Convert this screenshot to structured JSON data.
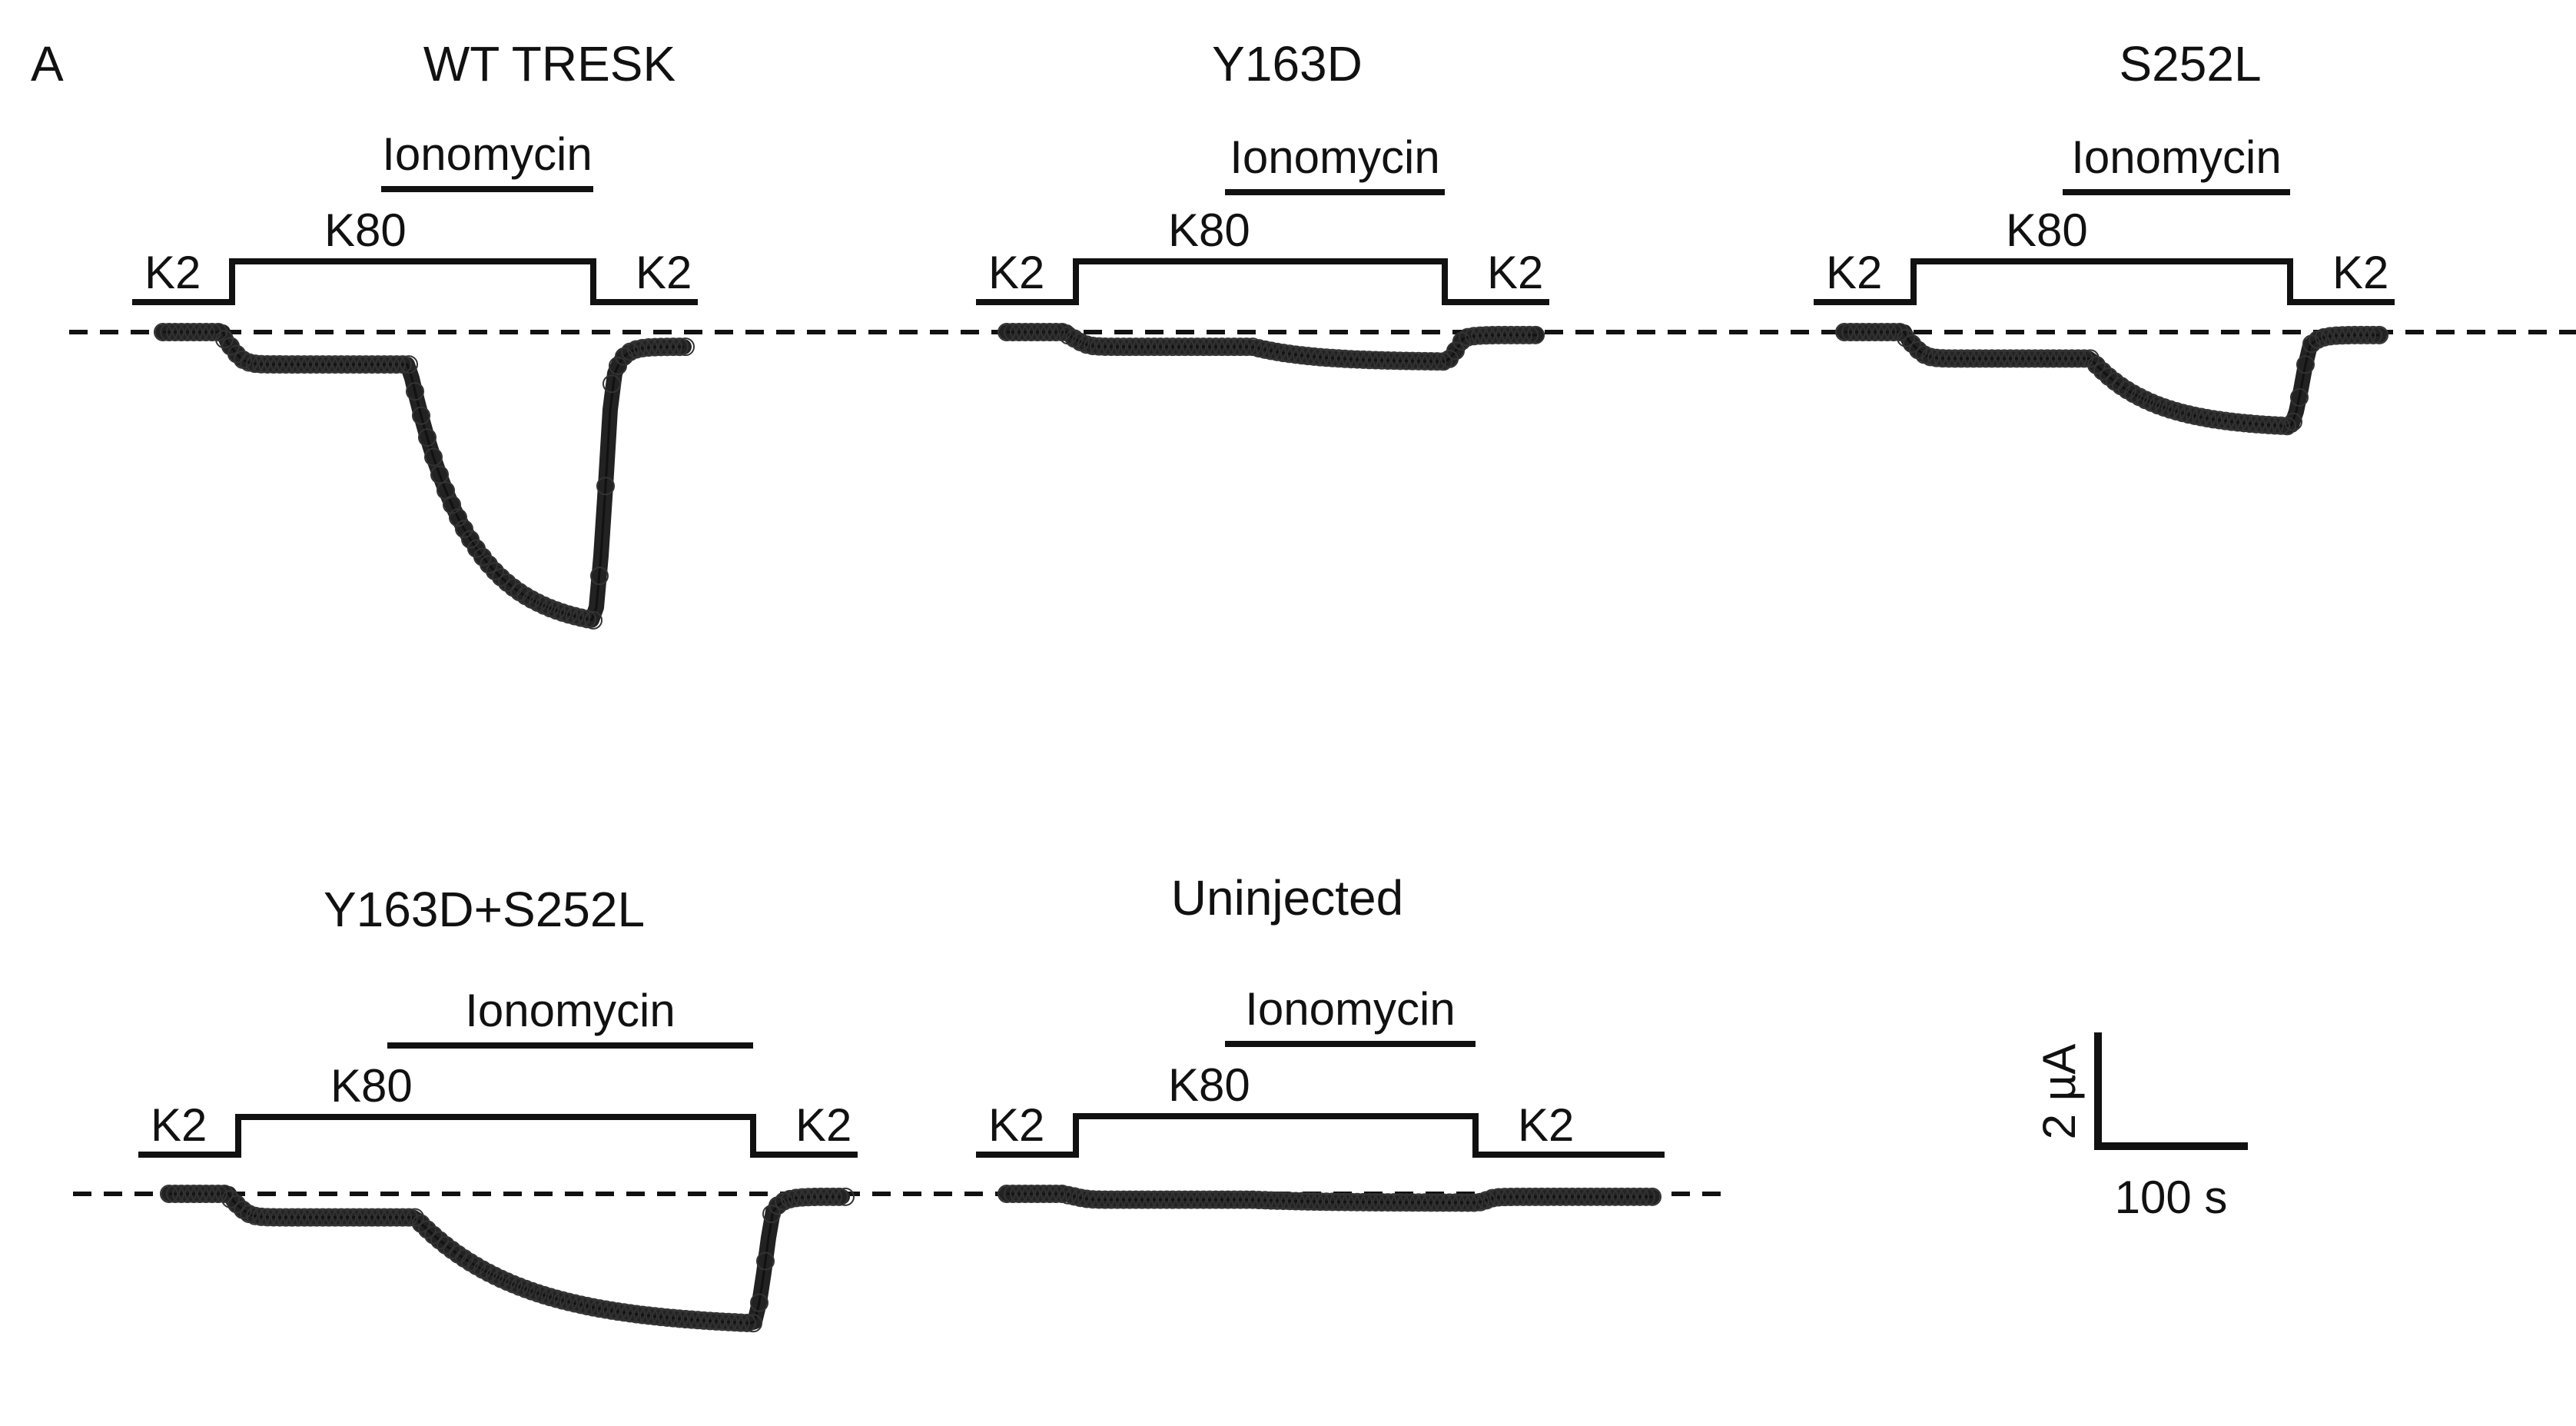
{
  "figure": {
    "panel_label": "A",
    "scale_bar": {
      "y_label": "2 µA",
      "y_value_uA": 2,
      "x_label": "100 s",
      "x_value_s": 100
    }
  },
  "chart_data": [
    {
      "type": "line",
      "title": "WT TRESK",
      "solution_bars": {
        "ionomycin": "Ionomycin",
        "high_k": "K80",
        "low_k_start": "K2",
        "low_k_end": "K2"
      },
      "timing_s": {
        "k80_on": 45,
        "ionomycin_on": 160,
        "washout": 280,
        "end": 340
      },
      "trace": {
        "baseline_uA": 0,
        "k80_plateau_uA": -0.55,
        "ionomycin_peak_uA": -4.9,
        "recovery_uA": -0.25
      }
    },
    {
      "type": "line",
      "title": "Y163D",
      "solution_bars": {
        "ionomycin": "Ionomycin",
        "high_k": "K80",
        "low_k_start": "K2",
        "low_k_end": "K2"
      },
      "timing_s": {
        "k80_on": 45,
        "ionomycin_on": 160,
        "washout": 285,
        "end": 345
      },
      "trace": {
        "baseline_uA": 0,
        "k80_plateau_uA": -0.25,
        "ionomycin_peak_uA": -0.5,
        "recovery_uA": -0.05
      }
    },
    {
      "type": "line",
      "title": "S252L",
      "solution_bars": {
        "ionomycin": "Ionomycin",
        "high_k": "K80",
        "low_k_start": "K2",
        "low_k_end": "K2"
      },
      "timing_s": {
        "k80_on": 45,
        "ionomycin_on": 160,
        "washout": 290,
        "end": 350
      },
      "trace": {
        "baseline_uA": 0,
        "k80_plateau_uA": -0.45,
        "ionomycin_peak_uA": -1.6,
        "recovery_uA": -0.05
      }
    },
    {
      "type": "line",
      "title": "Y163D+S252L",
      "solution_bars": {
        "ionomycin": "Ionomycin",
        "high_k": "K80",
        "low_k_start": "K2",
        "low_k_end": "K2"
      },
      "timing_s": {
        "k80_on": 45,
        "ionomycin_on": 160,
        "washout": 380,
        "end": 440
      },
      "trace": {
        "baseline_uA": 0,
        "k80_plateau_uA": -0.4,
        "ionomycin_peak_uA": -2.2,
        "recovery_uA": -0.05
      }
    },
    {
      "type": "line",
      "title": "Uninjected",
      "solution_bars": {
        "ionomycin": "Ionomycin",
        "high_k": "K80",
        "low_k_start": "K2",
        "low_k_end": "K2"
      },
      "timing_s": {
        "k80_on": 45,
        "ionomycin_on": 160,
        "washout": 305,
        "end": 420
      },
      "trace": {
        "baseline_uA": 0,
        "k80_plateau_uA": -0.1,
        "ionomycin_peak_uA": -0.15,
        "recovery_uA": -0.05
      }
    }
  ]
}
